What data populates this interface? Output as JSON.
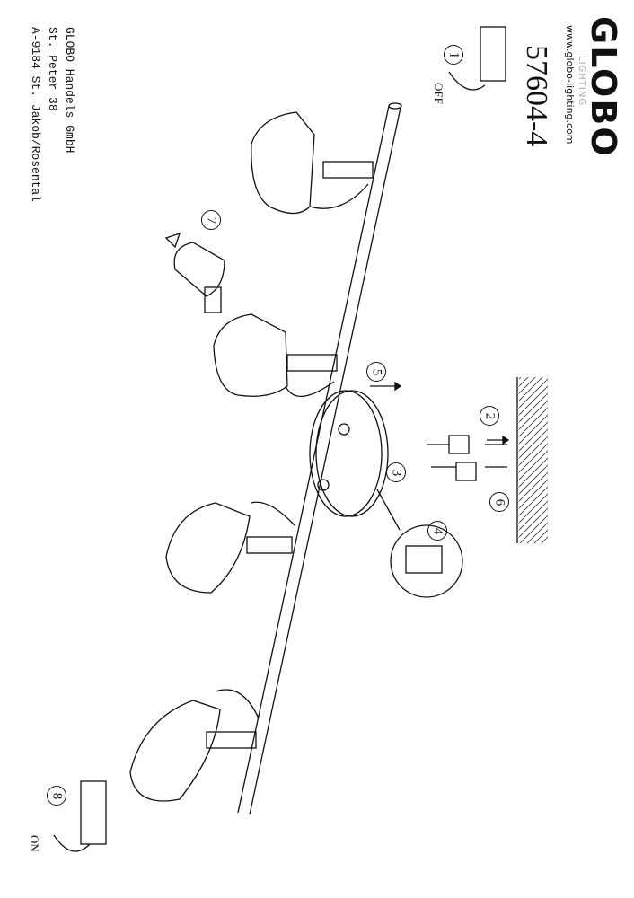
{
  "brand": {
    "logo": "GLOBO",
    "sub": "LIGHTING",
    "url": "www.globo-lighting.com"
  },
  "product_number": "57604-4",
  "address": {
    "line1": "GLOBO Handels GmbH",
    "line2": "St. Peter 38",
    "line3": "A-9184 St. Jakob/Rosental"
  },
  "steps": [
    "1",
    "2",
    "3",
    "4",
    "5",
    "6",
    "7",
    "8"
  ],
  "labels": {
    "off": "OFF",
    "on": "ON"
  }
}
